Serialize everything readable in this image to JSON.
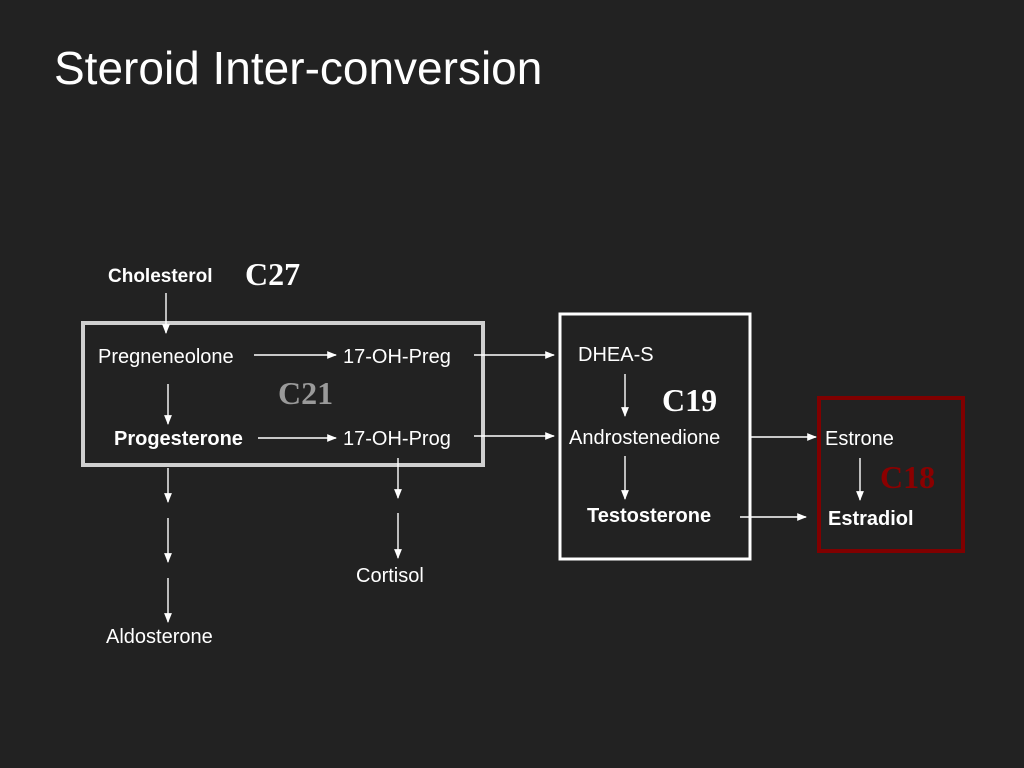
{
  "title": "Steroid Inter-conversion",
  "colors": {
    "background": "#222222",
    "text": "#ffffff",
    "c21_box": "#d0d0d0",
    "c21_label": "#9a9a9a",
    "c19_box": "#ffffff",
    "c18_box": "#800000",
    "c18_label": "#8b0000"
  },
  "carbon_labels": {
    "c27": "C27",
    "c21": "C21",
    "c19": "C19",
    "c18": "C18"
  },
  "nodes": {
    "cholesterol": "Cholesterol",
    "pregnenolone": "Pregneneolone",
    "oh_preg": "17-OH-Preg",
    "progesterone": "Progesterone",
    "oh_prog": "17-OH-Prog",
    "aldosterone": "Aldosterone",
    "cortisol": "Cortisol",
    "dhea_s": "DHEA-S",
    "androstenedione": "Androstenedione",
    "testosterone": "Testosterone",
    "estrone": "Estrone",
    "estradiol": "Estradiol"
  }
}
